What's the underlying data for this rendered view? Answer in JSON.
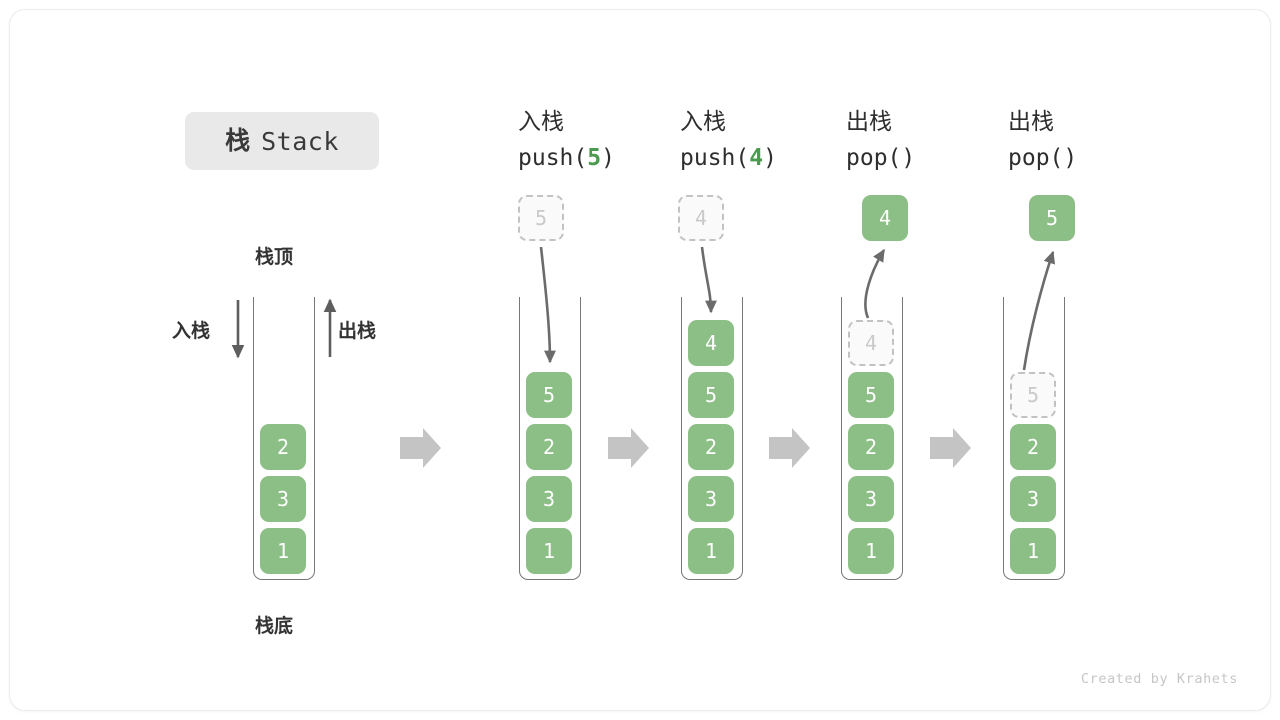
{
  "title": {
    "cn": "栈",
    "en": "Stack"
  },
  "colors": {
    "cell_fill": "#8cbf86",
    "cell_text": "#ffffff",
    "ghost_fill": "#fafafa",
    "ghost_border": "#c2c2c2",
    "ghost_text": "#c9c9c9",
    "tube_stroke": "#777777",
    "flow_arrow": "#c4c4c4",
    "curve_arrow": "#6b6b6b",
    "accent_green": "#4a9a4f",
    "title_chip_bg": "#e9e9e9",
    "text": "#2e2e2e"
  },
  "legend": {
    "top_label": "栈顶",
    "bottom_label": "栈底",
    "push_label": "入栈",
    "pop_label": "出栈"
  },
  "columns": [
    {
      "id": "initial",
      "op_cn": "",
      "op_code": "",
      "op_code_prefix": "",
      "op_arg": "",
      "op_code_suffix": "",
      "stack": [
        "2",
        "3",
        "1"
      ],
      "ghost_in_stack": null,
      "ghost_above": null,
      "popped_above": null
    },
    {
      "id": "push-5",
      "op_cn": "入栈",
      "op_code": "push(5)",
      "op_code_prefix": "push(",
      "op_arg": "5",
      "op_code_suffix": ")",
      "stack": [
        "5",
        "2",
        "3",
        "1"
      ],
      "ghost_in_stack": null,
      "ghost_above": "5",
      "popped_above": null
    },
    {
      "id": "push-4",
      "op_cn": "入栈",
      "op_code": "push(4)",
      "op_code_prefix": "push(",
      "op_arg": "4",
      "op_code_suffix": ")",
      "stack": [
        "4",
        "5",
        "2",
        "3",
        "1"
      ],
      "ghost_in_stack": null,
      "ghost_above": "4",
      "popped_above": null
    },
    {
      "id": "pop-4",
      "op_cn": "出栈",
      "op_code": "pop()",
      "op_code_prefix": "pop()",
      "op_arg": "",
      "op_code_suffix": "",
      "stack": [
        "5",
        "2",
        "3",
        "1"
      ],
      "ghost_in_stack": "4",
      "ghost_above": null,
      "popped_above": "4"
    },
    {
      "id": "pop-5",
      "op_cn": "出栈",
      "op_code": "pop()",
      "op_code_prefix": "pop()",
      "op_arg": "",
      "op_code_suffix": "",
      "stack": [
        "2",
        "3",
        "1"
      ],
      "ghost_in_stack": "5",
      "ghost_above": null,
      "popped_above": "5"
    }
  ],
  "credit": "Created by Krahets"
}
